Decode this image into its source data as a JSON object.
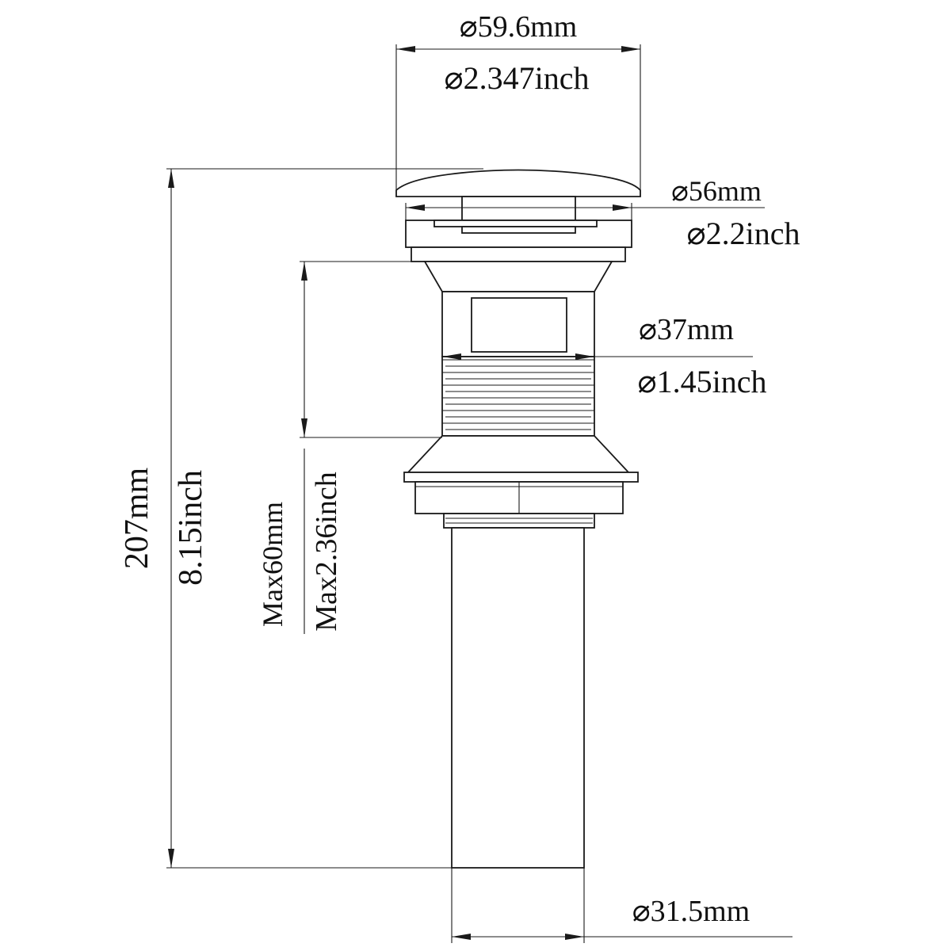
{
  "diagram": {
    "subject": "pop-up sink drain",
    "colors": {
      "line": "#1a1a1a",
      "background": "#ffffff"
    },
    "dimensions": {
      "cap_diameter": {
        "metric": "⌀59.6mm",
        "imperial": "⌀2.347inch"
      },
      "flange_diameter": {
        "metric": "⌀56mm",
        "imperial": "⌀2.2inch"
      },
      "thread_diameter": {
        "metric": "⌀37mm",
        "imperial": "⌀1.45inch"
      },
      "total_height": {
        "metric": "207mm",
        "imperial": "8.15inch"
      },
      "max_counter_thickness": {
        "metric": "Max60mm",
        "imperial": "Max2.36inch"
      },
      "tail_diameter": {
        "metric": "⌀31.5mm"
      }
    }
  }
}
